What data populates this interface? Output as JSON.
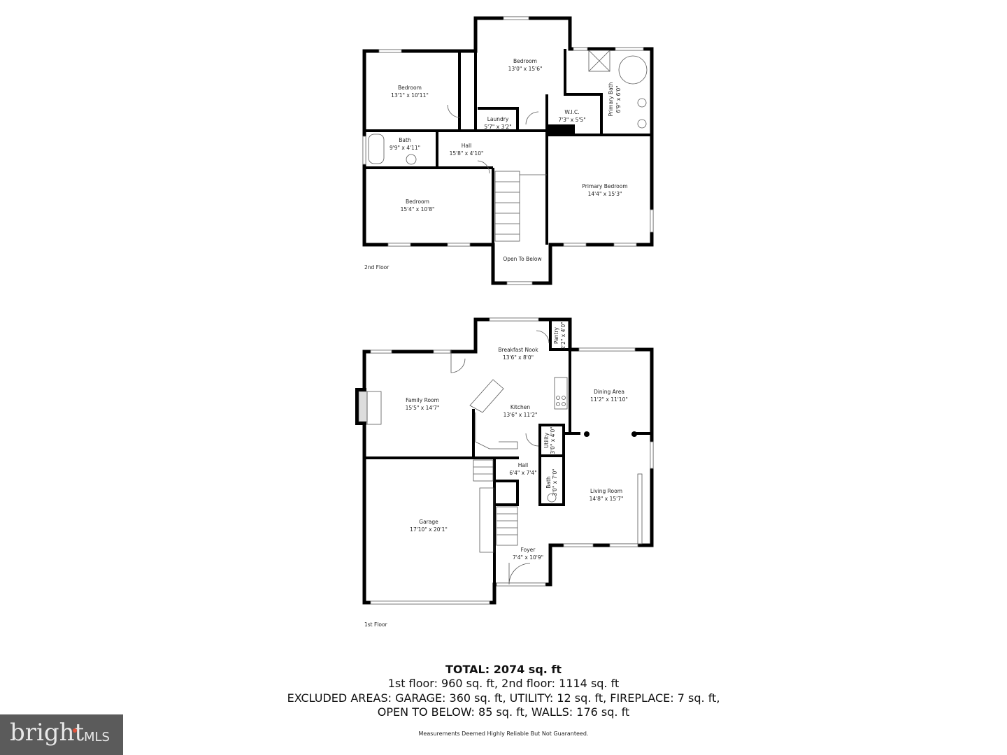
{
  "floors": [
    {
      "label": "2nd Floor",
      "rooms": [
        {
          "name": "Bedroom",
          "dims": "13'1\" x 10'11\""
        },
        {
          "name": "Bedroom",
          "dims": "13'0\" x 15'6\""
        },
        {
          "name": "Laundry",
          "dims": "5'7\" x 3'2\""
        },
        {
          "name": "W.I.C.",
          "dims": "7'3\" x 5'5\""
        },
        {
          "name": "Primary Bath",
          "dims": "6'9\" x 6'0\""
        },
        {
          "name": "Bath",
          "dims": "9'9\" x 4'11\""
        },
        {
          "name": "Hall",
          "dims": "15'8\" x 4'10\""
        },
        {
          "name": "Bedroom",
          "dims": "15'4\" x 10'8\""
        },
        {
          "name": "Primary Bedroom",
          "dims": "14'4\" x 15'3\""
        },
        {
          "name": "Open To Below",
          "dims": ""
        }
      ]
    },
    {
      "label": "1st Floor",
      "rooms": [
        {
          "name": "Breakfast Nook",
          "dims": "13'6\" x 8'0\""
        },
        {
          "name": "Pantry",
          "dims": "2'2\" x 4'0\""
        },
        {
          "name": "Family Room",
          "dims": "15'5\" x 14'7\""
        },
        {
          "name": "Kitchen",
          "dims": "13'6\" x 11'2\""
        },
        {
          "name": "Dining Area",
          "dims": "11'2\" x 11'10\""
        },
        {
          "name": "Utility",
          "dims": "3'0\" x 4'0\""
        },
        {
          "name": "Hall",
          "dims": "6'4\" x 7'4\""
        },
        {
          "name": "Bath",
          "dims": "3'0\" x 7'0\""
        },
        {
          "name": "Living Room",
          "dims": "14'8\" x 15'7\""
        },
        {
          "name": "Garage",
          "dims": "17'10\" x 20'1\""
        },
        {
          "name": "Foyer",
          "dims": "7'4\" x 10'9\""
        }
      ]
    }
  ],
  "summary": {
    "total": "TOTAL: 2074 sq. ft",
    "line1": "1st floor: 960 sq. ft, 2nd floor: 1114 sq. ft",
    "line2": "EXCLUDED AREAS: GARAGE: 360 sq. ft, UTILITY: 12 sq. ft, FIREPLACE: 7 sq. ft,",
    "line3": "OPEN TO BELOW: 85 sq. ft, WALLS: 176 sq. ft"
  },
  "disclaimer": "Measurements Deemed Highly Reliable But Not Guaranteed.",
  "logo": {
    "brand": "bright",
    "suffix": "MLS",
    "accent_color": "#e2523a",
    "background": "#5b5b5b"
  }
}
